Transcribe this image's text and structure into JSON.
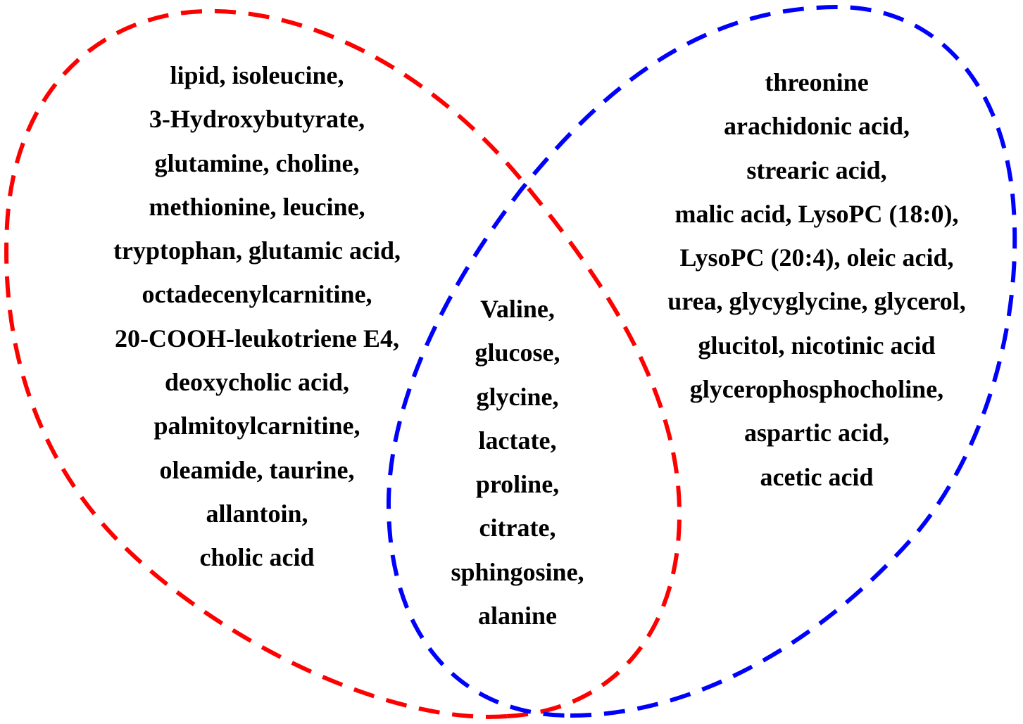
{
  "venn": {
    "sets": [
      {
        "id": "left",
        "color": "#ff0000",
        "style": "dashed"
      },
      {
        "id": "right",
        "color": "#0000ff",
        "style": "dashed"
      }
    ],
    "left_only": [
      "lipid, isoleucine,",
      "3-Hydroxybutyrate,",
      "glutamine, choline,",
      "methionine, leucine,",
      "tryptophan, glutamic acid,",
      "octadecenylcarnitine,",
      "20-COOH-leukotriene E4,",
      "deoxycholic acid,",
      "palmitoylcarnitine,",
      "oleamide, taurine,",
      "allantoin,",
      "cholic acid"
    ],
    "intersection": [
      "Valine,",
      "glucose,",
      "glycine,",
      "lactate,",
      "proline,",
      "citrate,",
      "sphingosine,",
      "alanine"
    ],
    "right_only": [
      "threonine",
      "arachidonic acid,",
      "strearic acid,",
      "malic acid, LysoPC (18:0),",
      "LysoPC (20:4), oleic acid,",
      "urea, glycyglycine, glycerol,",
      "glucitol, nicotinic acid",
      "glycerophosphocholine,",
      "aspartic acid,",
      "acetic acid"
    ]
  }
}
